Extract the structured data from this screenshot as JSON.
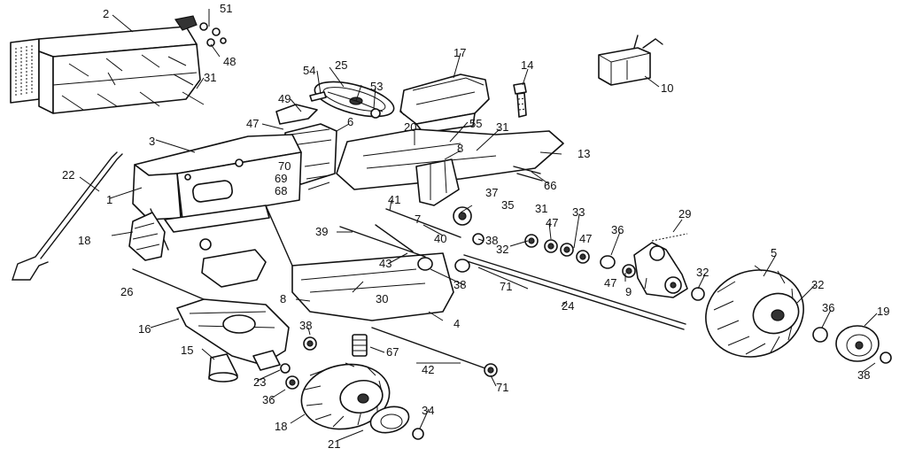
{
  "callouts": {
    "c1": "1",
    "c2": "2",
    "c3": "3",
    "c4": "4",
    "c5": "5",
    "c6": "6",
    "c7": "7",
    "c8a": "8",
    "c8b": "8",
    "c9": "9",
    "c10": "10",
    "c13": "13",
    "c14": "14",
    "c15": "15",
    "c16": "16",
    "c17": "17",
    "c18a": "18",
    "c18b": "18",
    "c19": "19",
    "c20": "20",
    "c21": "21",
    "c22": "22",
    "c23": "23",
    "c24": "24",
    "c25": "25",
    "c26": "26",
    "c29": "29",
    "c30": "30",
    "c31a": "31",
    "c31b": "31",
    "c31c": "31",
    "c32a": "32",
    "c32b": "32",
    "c32c": "32",
    "c33": "33",
    "c34": "34",
    "c35": "35",
    "c36a": "36",
    "c36b": "36",
    "c36c": "36",
    "c37": "37",
    "c38a": "38",
    "c38b": "38",
    "c38c": "38",
    "c38d": "38",
    "c39": "39",
    "c40": "40",
    "c41": "41",
    "c42": "42",
    "c43": "43",
    "c47a": "47",
    "c47b": "47",
    "c47c": "47",
    "c47d": "47",
    "c48": "48",
    "c49": "49",
    "c51": "51",
    "c53": "53",
    "c54": "54",
    "c55": "55",
    "c66": "66",
    "c67": "67",
    "c68": "68",
    "c69": "69",
    "c70": "70",
    "c71a": "71",
    "c71b": "71"
  }
}
